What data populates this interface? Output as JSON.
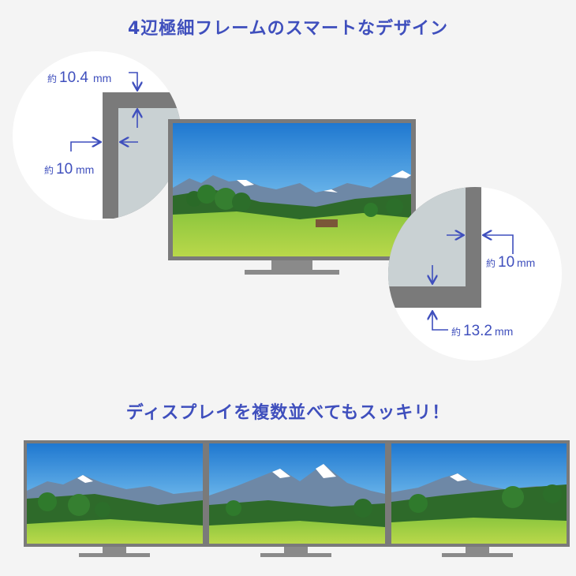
{
  "headings": {
    "frame_design": "4辺極細フレームのスマートなデザイン",
    "multi_display": "ディスプレイを複数並べてもスッキリ！"
  },
  "callouts": {
    "top_left": {
      "top_prefix": "約",
      "top_value": "10.4",
      "top_unit": "mm",
      "side_prefix": "約",
      "side_value": "10",
      "side_unit": "mm"
    },
    "bottom_right": {
      "side_prefix": "約",
      "side_value": "10",
      "side_unit": "mm",
      "bottom_prefix": "約",
      "bottom_value": "13.2",
      "bottom_unit": "mm"
    }
  },
  "colors": {
    "accent": "#3f4fbd",
    "bezel": "#7a7a7a",
    "screen_inner": "#c9d1d3",
    "background": "#f4f4f4"
  }
}
